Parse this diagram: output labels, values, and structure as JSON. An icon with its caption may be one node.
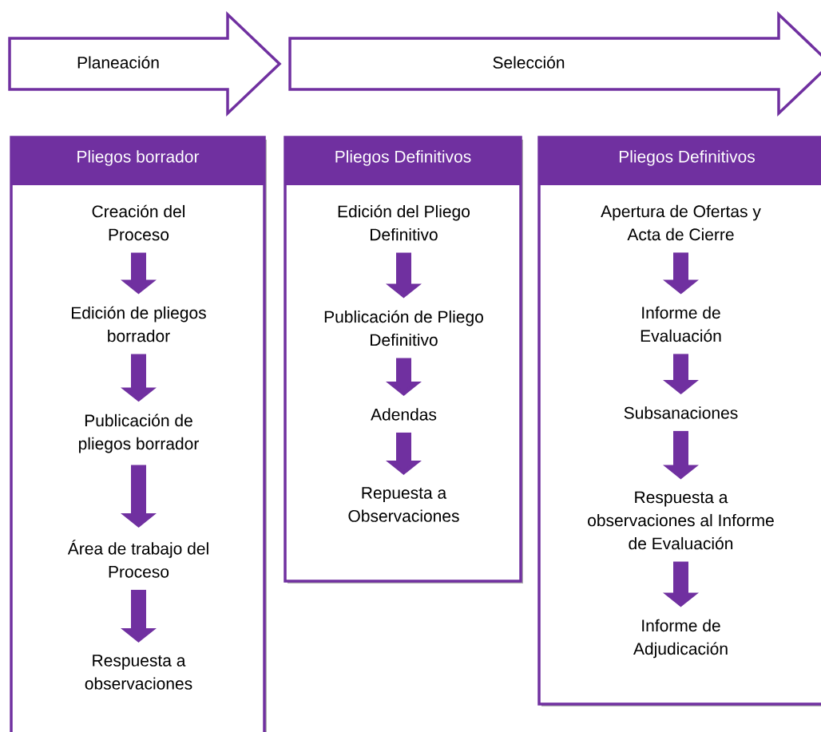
{
  "diagram": {
    "nodes": [
      {
        "text": [
          "Planeación"
        ]
      },
      {
        "text": [
          "Selección"
        ]
      },
      {
        "text": [
          "Pliegos borrador"
        ]
      },
      {
        "text": [
          "Creación del Proceso"
        ],
        "in": 2
      },
      {
        "text": [
          "Edición de pliegos borrador"
        ],
        "in": 2
      },
      {
        "text": [
          "Publicación de pliegos borrador"
        ],
        "in": 2
      },
      {
        "text": [
          "Área de trabajo del Proceso"
        ],
        "in": 2
      },
      {
        "text": [
          "Respuesta a observaciones"
        ],
        "in": 2
      },
      {
        "text": [
          "Pliegos Definitivos"
        ]
      },
      {
        "text": [
          "Edición del Pliego Definitivo"
        ],
        "in": 8
      },
      {
        "text": [
          "Publicación de Pliego Definitivo"
        ],
        "in": 8
      },
      {
        "text": [
          "Adendas"
        ],
        "in": 8
      },
      {
        "text": [
          "Repuesta a Observaciones"
        ],
        "in": 8
      },
      {
        "text": [
          "Pliegos Definitivos"
        ]
      },
      {
        "text": [
          "Apertura de Ofertas y Acta de Cierre"
        ],
        "in": 13
      },
      {
        "text": [
          "Informe de Evaluación"
        ],
        "in": 13
      },
      {
        "text": [
          "Subsanaciones"
        ],
        "in": 13
      },
      {
        "text": [
          "Respuesta a observaciones al Informe de Evaluación"
        ],
        "in": 13
      },
      {
        "text": [
          "Informe de Adjudicación"
        ],
        "in": 13
      }
    ],
    "edges": [
      {
        "from": 3,
        "to": 4,
        "arrow": "to"
      },
      {
        "from": 4,
        "to": 5,
        "arrow": "to"
      },
      {
        "from": 5,
        "to": 6,
        "arrow": "to"
      },
      {
        "from": 6,
        "to": 7,
        "arrow": "to"
      },
      {
        "from": 9,
        "to": 10,
        "arrow": "to"
      },
      {
        "from": 10,
        "to": 11,
        "arrow": "to"
      },
      {
        "from": 11,
        "to": 12,
        "arrow": "to"
      },
      {
        "from": 14,
        "to": 15,
        "arrow": "to"
      },
      {
        "from": 15,
        "to": 16,
        "arrow": "to"
      },
      {
        "from": 16,
        "to": 17,
        "arrow": "to"
      },
      {
        "from": 17,
        "to": 18,
        "arrow": "to"
      }
    ]
  }
}
